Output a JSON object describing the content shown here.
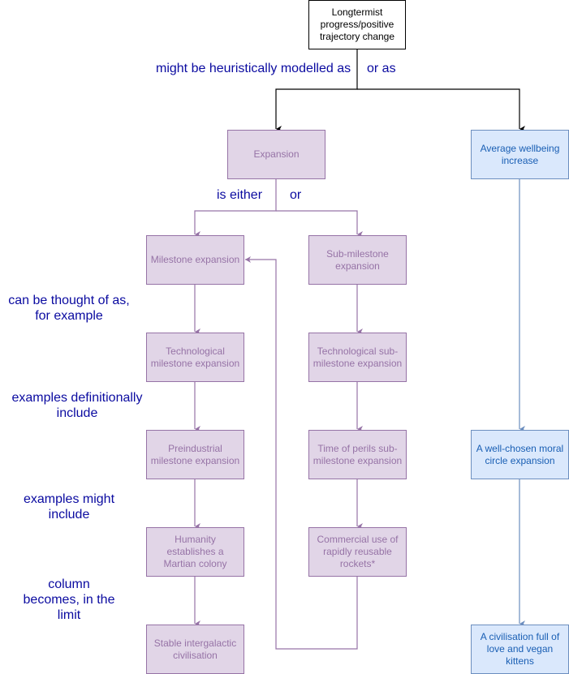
{
  "colors": {
    "root_stroke": "#000000",
    "purple_fill": "#e1d5e7",
    "purple_stroke": "#9673a6",
    "blue_fill": "#dae8fc",
    "blue_stroke": "#6c8ebf",
    "label_text": "#0a0aa0"
  },
  "nodes": {
    "root": "Longtermist progress/positive trajectory change",
    "expansion": "Expansion",
    "average_wellbeing": "Average wellbeing increase",
    "milestone": "Milestone expansion",
    "sub_milestone": "Sub-milestone expansion",
    "tech_milestone": "Technological milestone expansion",
    "tech_sub_milestone": "Technological sub-milestone expansion",
    "preindustrial": "Preindustrial milestone expansion",
    "time_of_perils": "Time of perils sub-milestone expansion",
    "martian_colony": "Humanity establishes a Martian colony",
    "rockets": "Commercial use of rapidly reusable rockets*",
    "intergalactic": "Stable intergalactic civilisation",
    "moral_circle": "A well-chosen moral circle expansion",
    "vegan_kittens": "A civilisation full of love and vegan kittens"
  },
  "labels": {
    "heuristically": "might be heuristically modelled as",
    "or_as": "or as",
    "is_either": "is either",
    "or": "or",
    "thought_of": "can be thought of as,\nfor example",
    "definitionally": "examples definitionally\ninclude",
    "might_include": "examples might\ninclude",
    "column_becomes": "column\nbecomes, in the\nlimit"
  }
}
